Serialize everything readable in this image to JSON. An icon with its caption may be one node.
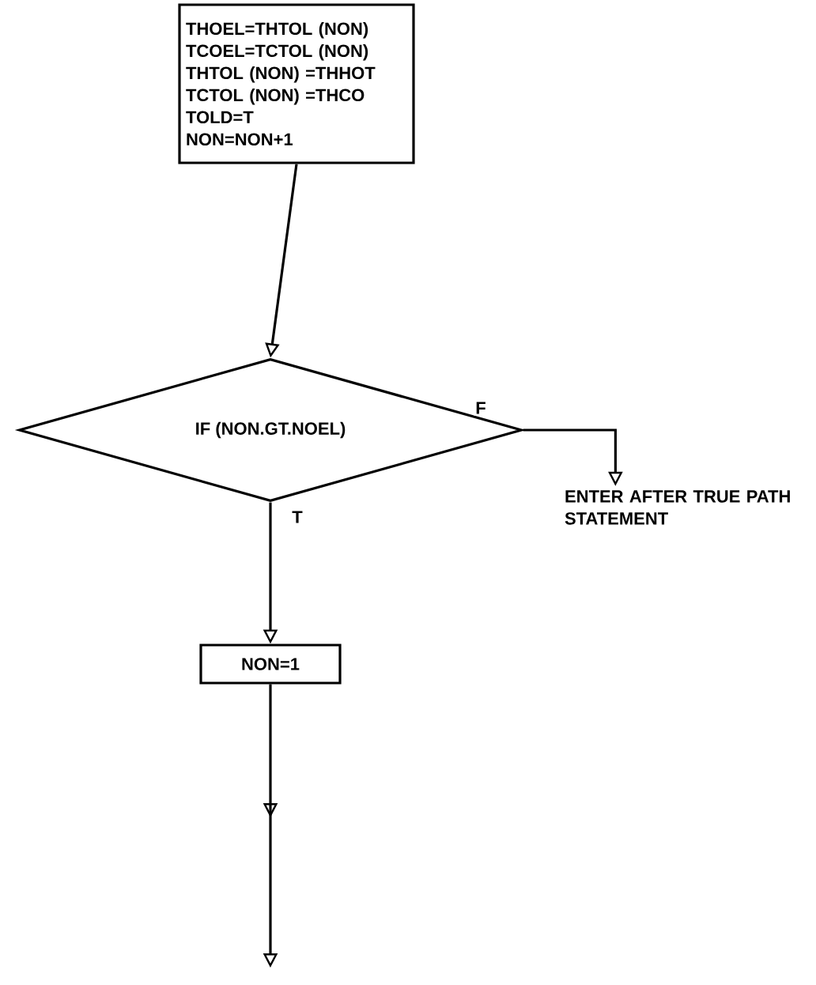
{
  "diagram": {
    "nodes": [
      {
        "text": [
          "THOEL=THTOL (NON)",
          "TCOEL=TCTOL (NON)",
          "THTOL (NON) =THHOT",
          "TCTOL (NON) =THCO",
          "TOLD=T",
          "NON=NON+1"
        ]
      },
      {
        "text": [
          "IF (NON.GT.NOEL)"
        ]
      },
      {
        "text": [
          "ENTER AFTER TRUE PATH STATEMENT"
        ]
      },
      {
        "text": [
          "NON=1"
        ]
      }
    ],
    "edges": [
      {
        "from": 0,
        "to": 1,
        "arrow": "to"
      },
      {
        "from": 1,
        "to": 2,
        "arrow": "to",
        "label": "F"
      },
      {
        "from": 1,
        "to": 3,
        "arrow": "to",
        "label": "T"
      },
      {
        "from": 3,
        "to": null,
        "arrow": "to"
      }
    ]
  }
}
